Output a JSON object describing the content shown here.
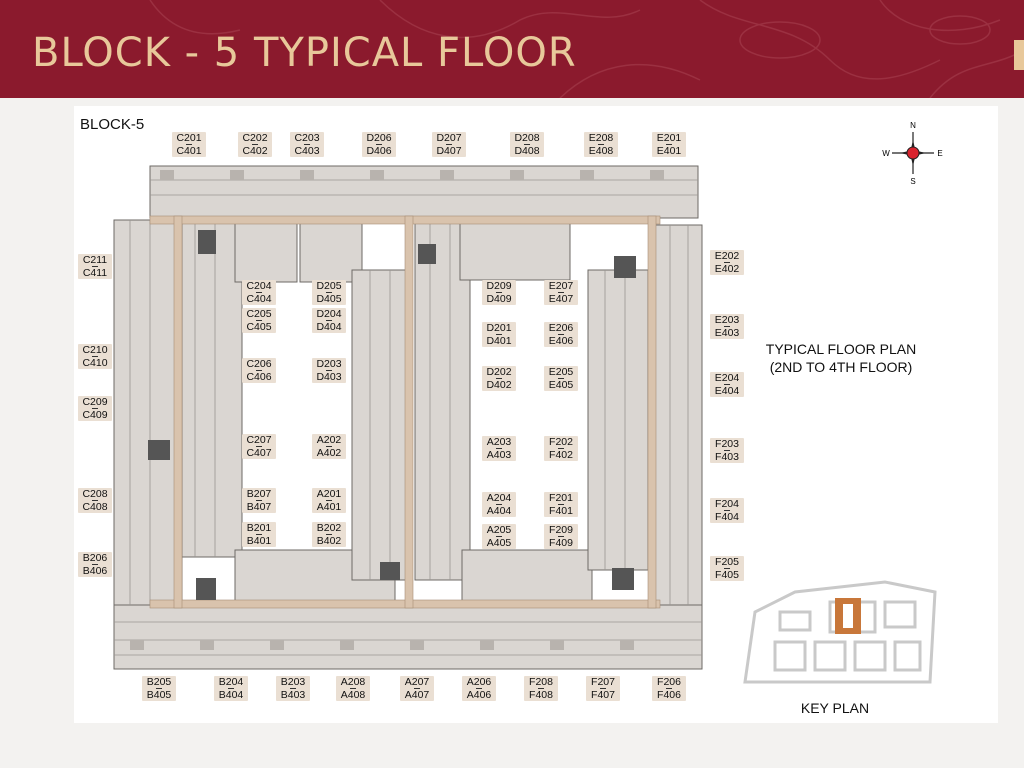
{
  "header": {
    "title": "BLOCK - 5 TYPICAL FLOOR"
  },
  "plan": {
    "block_label": "BLOCK-5",
    "typical_line1": "TYPICAL FLOOR PLAN",
    "typical_line2": "(2ND TO 4TH FLOOR)",
    "key_plan": "KEY PLAN"
  },
  "compass": {
    "n": "N",
    "s": "S",
    "e": "E",
    "w": "W",
    "marker_color": "#d9232e"
  },
  "colors": {
    "header_bg": "#8b1a2d",
    "title": "#e8c89a",
    "corridor": "#d9c3ad",
    "highlight": "#c8773a"
  },
  "units": {
    "c201": [
      "C201",
      "C401"
    ],
    "c202": [
      "C202",
      "C402"
    ],
    "c203": [
      "C203",
      "C403"
    ],
    "d206": [
      "D206",
      "D406"
    ],
    "d207": [
      "D207",
      "D407"
    ],
    "d208": [
      "D208",
      "D408"
    ],
    "e208": [
      "E208",
      "E408"
    ],
    "e201": [
      "E201",
      "E401"
    ],
    "c211": [
      "C211",
      "C411"
    ],
    "c210": [
      "C210",
      "C410"
    ],
    "c209": [
      "C209",
      "C409"
    ],
    "c208": [
      "C208",
      "C408"
    ],
    "b206": [
      "B206",
      "B406"
    ],
    "c204": [
      "C204",
      "C404"
    ],
    "c205": [
      "C205",
      "C405"
    ],
    "c206": [
      "C206",
      "C406"
    ],
    "c207": [
      "C207",
      "C407"
    ],
    "b207": [
      "B207",
      "B407"
    ],
    "b201": [
      "B201",
      "B401"
    ],
    "d205": [
      "D205",
      "D405"
    ],
    "d204": [
      "D204",
      "D404"
    ],
    "d203": [
      "D203",
      "D403"
    ],
    "a202": [
      "A202",
      "A402"
    ],
    "a201": [
      "A201",
      "A401"
    ],
    "b202": [
      "B202",
      "B402"
    ],
    "d209": [
      "D209",
      "D409"
    ],
    "d201": [
      "D201",
      "D401"
    ],
    "d202": [
      "D202",
      "D402"
    ],
    "a203": [
      "A203",
      "A403"
    ],
    "a204": [
      "A204",
      "A404"
    ],
    "a205": [
      "A205",
      "A405"
    ],
    "e207": [
      "E207",
      "E407"
    ],
    "e206": [
      "E206",
      "E406"
    ],
    "e205": [
      "E205",
      "E405"
    ],
    "f202": [
      "F202",
      "F402"
    ],
    "f201": [
      "F201",
      "F401"
    ],
    "f209": [
      "F209",
      "F409"
    ],
    "e202": [
      "E202",
      "E402"
    ],
    "e203": [
      "E203",
      "E403"
    ],
    "e204": [
      "E204",
      "E404"
    ],
    "f203": [
      "F203",
      "F403"
    ],
    "f204": [
      "F204",
      "F404"
    ],
    "f205": [
      "F205",
      "F405"
    ],
    "b205": [
      "B205",
      "B405"
    ],
    "b204": [
      "B204",
      "B404"
    ],
    "b203": [
      "B203",
      "B403"
    ],
    "a208": [
      "A208",
      "A408"
    ],
    "a207": [
      "A207",
      "A407"
    ],
    "a206": [
      "A206",
      "A406"
    ],
    "f208": [
      "F208",
      "F408"
    ],
    "f207": [
      "F207",
      "F407"
    ],
    "f206": [
      "F206",
      "F406"
    ]
  }
}
